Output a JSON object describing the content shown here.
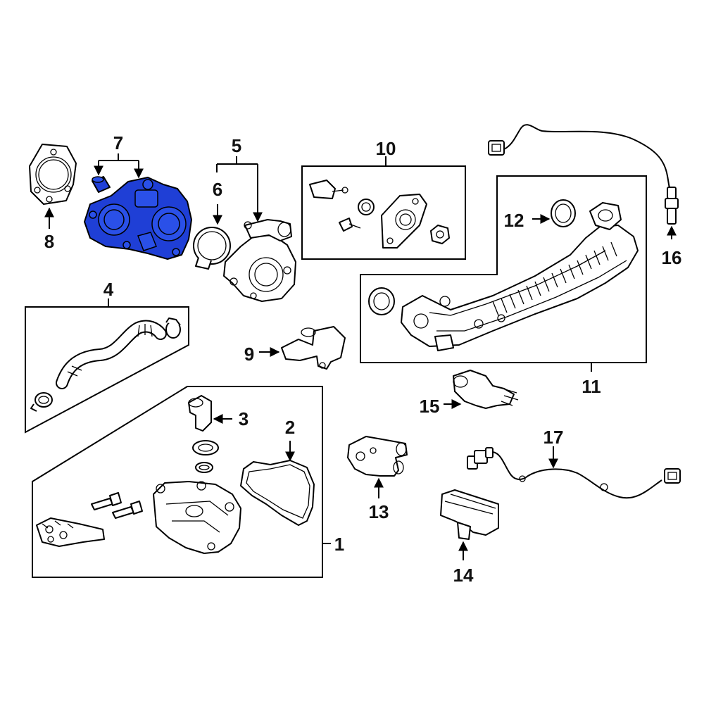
{
  "callouts": {
    "c1": "1",
    "c2": "2",
    "c3": "3",
    "c4": "4",
    "c5": "5",
    "c6": "6",
    "c7": "7",
    "c8": "8",
    "c9": "9",
    "c10": "10",
    "c11": "11",
    "c12": "12",
    "c13": "13",
    "c14": "14",
    "c15": "15",
    "c16": "16",
    "c17": "17"
  },
  "colors": {
    "highlight": "#1f3fd6",
    "line": "#000000",
    "background": "#ffffff"
  }
}
